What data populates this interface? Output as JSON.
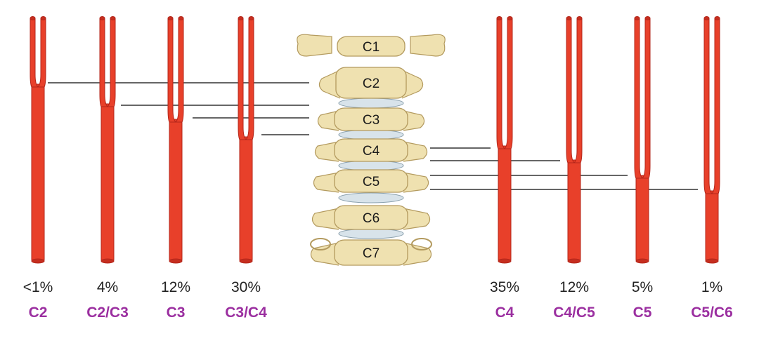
{
  "colors": {
    "artery": "#e8402a",
    "artery_edge": "#b3261a",
    "artery_inner": "#c62e1f",
    "bone": "#efe1b0",
    "bone_edge": "#b39a5e",
    "disc": "#d8e3ea",
    "disc_edge": "#8aa0ad",
    "level_text": "#9b2fa0",
    "line": "#333333"
  },
  "vertebrae": [
    "C1",
    "C2",
    "C3",
    "C4",
    "C5",
    "C6",
    "C7"
  ],
  "variants": [
    {
      "percent": "<1%",
      "level": "C2"
    },
    {
      "percent": "4%",
      "level": "C2/C3"
    },
    {
      "percent": "12%",
      "level": "C3"
    },
    {
      "percent": "30%",
      "level": "C3/C4"
    },
    {
      "percent": "35%",
      "level": "C4"
    },
    {
      "percent": "12%",
      "level": "C4/C5"
    },
    {
      "percent": "5%",
      "level": "C5"
    },
    {
      "percent": "1%",
      "level": "C5/C6"
    }
  ]
}
